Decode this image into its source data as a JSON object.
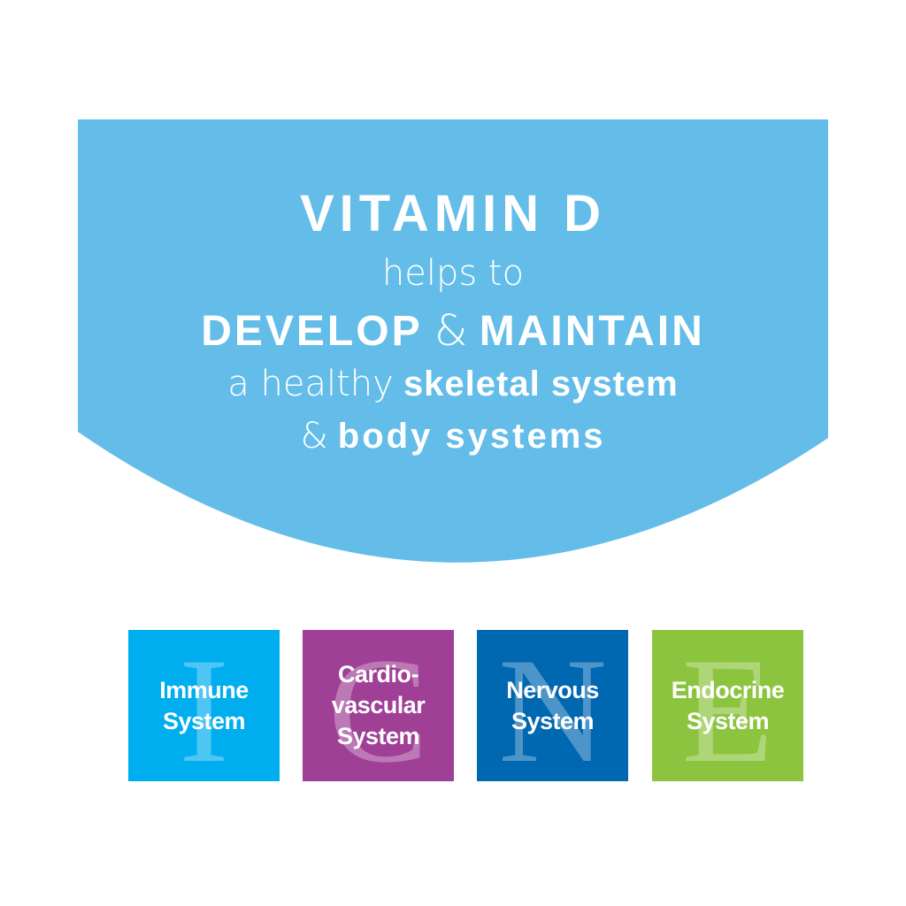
{
  "headline": {
    "line1": "VITAMIN D",
    "line2": "helps to",
    "line3_a": "DEVELOP",
    "line3_amp": "&",
    "line3_b": "MAINTAIN",
    "line4_a": "a healthy",
    "line4_b": "skeletal system",
    "line5_amp": "&",
    "line5_b": "body systems"
  },
  "systems": [
    {
      "letter": "I",
      "label": "Immune\nSystem",
      "color": "#00aeef"
    },
    {
      "letter": "C",
      "label": "Cardio-\nvascular\nSystem",
      "color": "#a03f96"
    },
    {
      "letter": "N",
      "label": "Nervous\nSystem",
      "color": "#0067b1"
    },
    {
      "letter": "E",
      "label": "Endocrine\nSystem",
      "color": "#8cc43f"
    }
  ],
  "colors": {
    "banner": "#63bde8"
  }
}
